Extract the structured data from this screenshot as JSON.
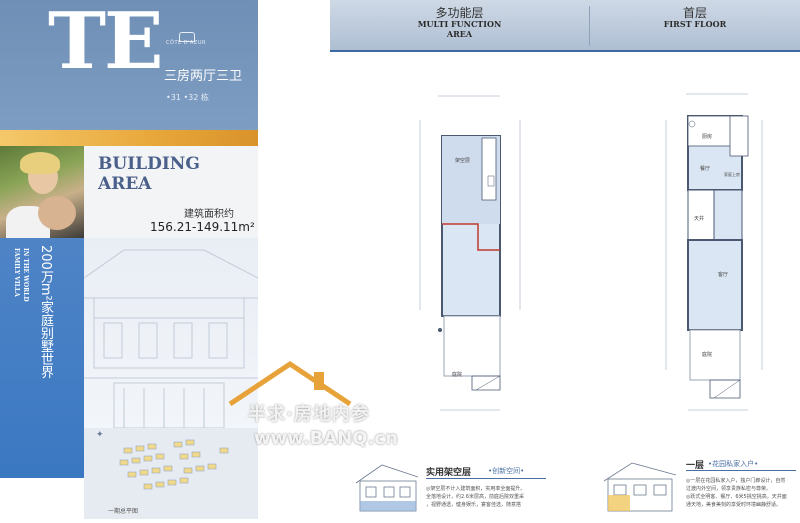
{
  "left": {
    "logo_letters": "TE",
    "brand": "CÔTE D'AZUR",
    "layout": "三房两厅三卫",
    "building_numbers": "•31 •32 栋",
    "area_title_en_line1": "BUILDING",
    "area_title_en_line2": "AREA",
    "area_label": "建筑面积约",
    "area_value": "156.21-149.11m²",
    "slogan_cn": "200万m²家庭别墅世界",
    "slogan_en_line1": "IN THE WORLD",
    "slogan_en_line2": "FAMILY VILLA",
    "site_plan_label": "一期总平图"
  },
  "header": {
    "multi_cn": "多功能层",
    "multi_en_line1": "MULTI FUNCTION",
    "multi_en_line2": "AREA",
    "first_cn": "首层",
    "first_en": "FIRST FLOOR"
  },
  "plans": {
    "multi_room1": "架空层",
    "multi_room2": "庭院",
    "first_kitchen": "厨房",
    "first_dining": "餐厅",
    "first_room": "家庭上房",
    "first_well": "天井",
    "first_living": "客厅",
    "first_court": "庭院"
  },
  "bottom": {
    "multi_title": "实用架空层",
    "multi_tag": "•创新空间•",
    "multi_desc1": "◎架空层不计入建筑面积，实用率全面提升。",
    "multi_desc2": "全落地设计，约2.6米层高，前庭后院双重采",
    "multi_desc3": "，视野通透，健身娱乐，宴客佳选，随意搭",
    "first_title": "一层",
    "first_tag": "•花园私家入户•",
    "first_desc1": "◎一层在花园私家入户，独户门廊设计，自然",
    "first_desc2": "过渡内外空间，领享贵族私密与尊荣。",
    "first_desc3": "◎跃式全明客、餐厅、6米5挑空挑高，天井面",
    "first_desc4": "通天地，美食美刻的享受时环境幽静舒适。"
  },
  "watermark": {
    "line1": "半求·房地内参",
    "line2": "www.BANQ.cn"
  }
}
